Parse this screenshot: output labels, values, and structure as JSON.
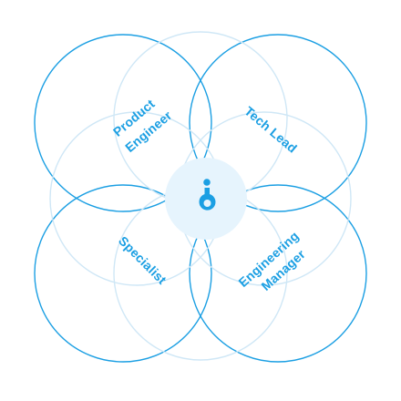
{
  "colors": {
    "accent": "#1b9fe3",
    "outer_stroke": "#1b9fe3",
    "inner_stroke": "#cfe7f6",
    "center_fill": "#e6f4fd",
    "background": "#ffffff"
  },
  "center": {
    "icon": "flame-drop-logo-icon"
  },
  "labels": {
    "product_engineer_line1": "Product",
    "product_engineer_line2": "Engineer",
    "tech_lead": "Tech Lead",
    "specialist": "Specialist",
    "engineering_manager_line1": "Engineering",
    "engineering_manager_line2": "Manager"
  }
}
